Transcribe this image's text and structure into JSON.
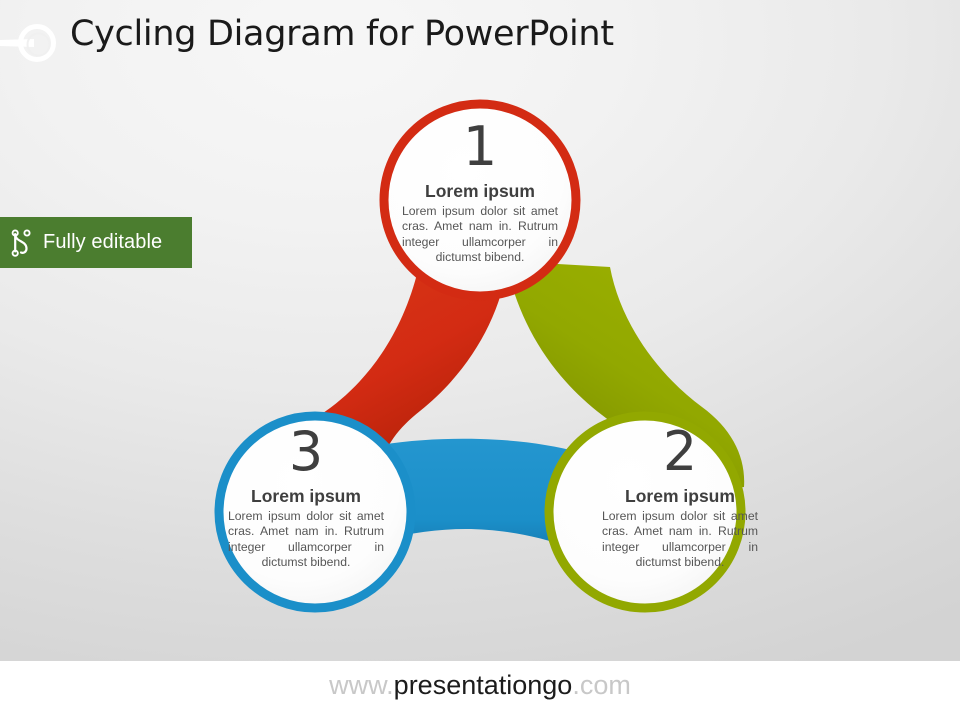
{
  "header": {
    "title": "Cycling Diagram for PowerPoint",
    "logo_icon": "ring-wheel-icon"
  },
  "badge": {
    "label": "Fully editable",
    "icon": "bezier-node-icon",
    "background_color": "#4b7d2f",
    "text_color": "#ffffff"
  },
  "diagram": {
    "type": "cycling-diagram",
    "node_count": 3,
    "colors": {
      "red": "#d32b13",
      "green": "#92a800",
      "blue": "#1b8fc9",
      "circle_fill": "#ffffff",
      "background": "#eeeeee"
    },
    "nodes": [
      {
        "number": "1",
        "heading": "Lorem ipsum",
        "body": "Lorem ipsum dolor sit amet cras. Amet nam in. Rutrum integer ullamcorper in dictumst bibend.",
        "color": "#d32b13",
        "color_name": "red"
      },
      {
        "number": "2",
        "heading": "Lorem ipsum",
        "body": "Lorem ipsum dolor sit amet cras. Amet nam in. Rutrum integer ullamcorper in dictumst bibend.",
        "color": "#92a800",
        "color_name": "green"
      },
      {
        "number": "3",
        "heading": "Lorem ipsum",
        "body": "Lorem ipsum dolor sit amet cras. Amet nam in. Rutrum integer ullamcorper in dictumst bibend.",
        "color": "#1b8fc9",
        "color_name": "blue"
      }
    ]
  },
  "footer": {
    "url_prefix": "www.",
    "url_main": "presentationgo",
    "url_suffix": ".com"
  }
}
